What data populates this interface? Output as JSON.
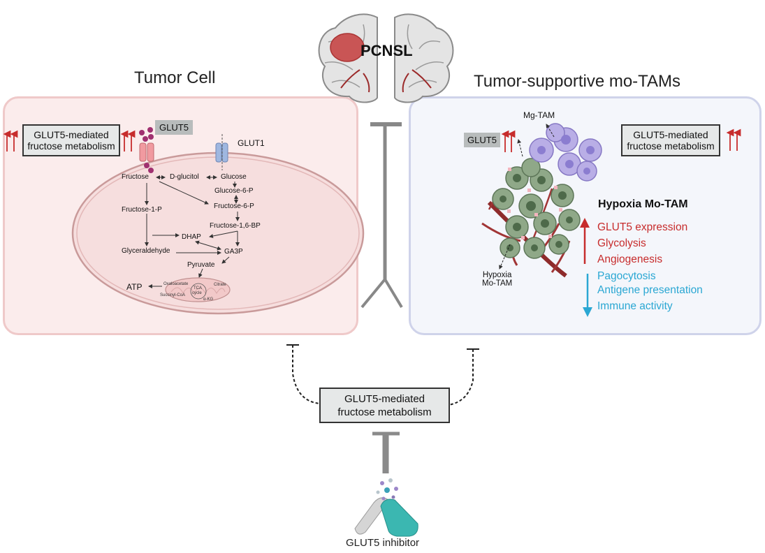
{
  "headings": {
    "tumor_cell": "Tumor Cell",
    "mo_tams": "Tumor-supportive mo-TAMs",
    "pcnsl": "PCNSL"
  },
  "tumor_cell": {
    "box_label_line1": "GLUT5-mediated",
    "box_label_line2": "fructose metabolism",
    "glut5": "GLUT5",
    "glut1": "GLUT1",
    "metabolites": {
      "fructose": "Fructose",
      "d_glucitol": "D-glucitol",
      "glucose": "Glucose",
      "glucose_6_p": "Glucose-6-P",
      "fructose_6_p": "Fructose-6-P",
      "fructose_1_p": "Fructose-1-P",
      "fructose_1_6_bp": "Fructose-1,6-BP",
      "dhap": "DHAP",
      "glyceraldehyde": "Glyceraldehyde",
      "ga3p": "GA3P",
      "pyruvate": "Pyruvate",
      "atp": "ATP",
      "oxaloacetate": "Oxaloacetate",
      "citrate": "Citrate",
      "tca": "TCA",
      "cycle": "cycle",
      "succinyl_coa": "Succinyl-CoA",
      "a_kg": "α-KG"
    }
  },
  "motams": {
    "glut5": "GLUT5",
    "box_label_line1": "GLUT5-mediated",
    "box_label_line2": "fructose metabolism",
    "mg_tam": "Mg-TAM",
    "hypoxia_title": "Hypoxia Mo-TAM",
    "hypoxia_label_line1": "Hypoxia",
    "hypoxia_label_line2": "Mo-TAM",
    "up": [
      "GLUT5 expression",
      "Glycolysis",
      "Angiogenesis"
    ],
    "down": [
      "Pagocytosis",
      "Antigene presentation",
      "Immune activity"
    ],
    "colors": {
      "up": "#c72c2c",
      "down": "#2aa7d3"
    }
  },
  "bottom": {
    "box_label_line1": "GLUT5-mediated",
    "box_label_line2": "fructose metabolism",
    "inhibitor": "GLUT5 inhibitor"
  }
}
